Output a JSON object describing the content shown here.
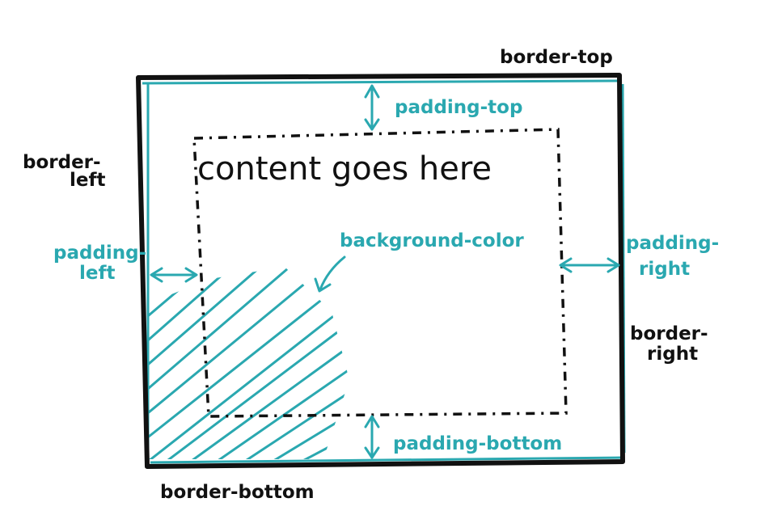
{
  "colors": {
    "border": "#111111",
    "accent": "#2aa8b0",
    "background": "#ffffff"
  },
  "labels": {
    "content": "content goes here",
    "border_top": "border-top",
    "border_left_1": "border-",
    "border_left_2": "left",
    "border_right_1": "border-",
    "border_right_2": "right",
    "border_bottom": "border-bottom",
    "padding_top": "padding-top",
    "padding_bottom": "padding-bottom",
    "padding_left_1": "padding-",
    "padding_left_2": "left",
    "padding_right_1": "padding-",
    "padding_right_2": "right",
    "background_color": "background-color"
  }
}
